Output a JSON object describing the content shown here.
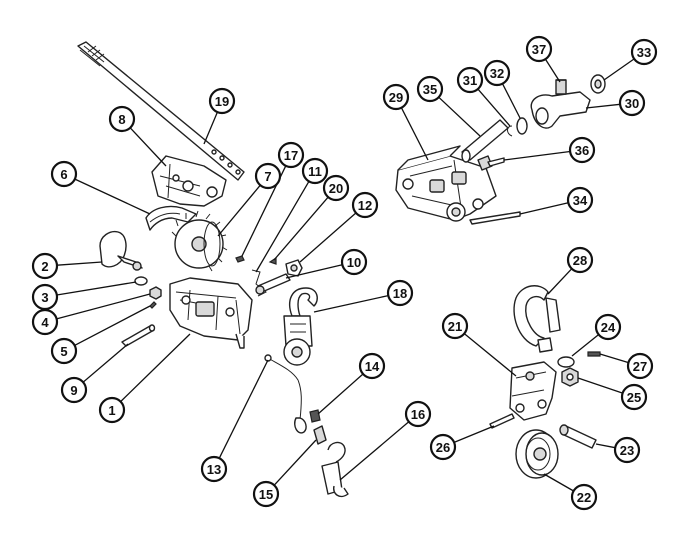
{
  "callouts": [
    {
      "id": "1",
      "label": "1"
    },
    {
      "id": "2",
      "label": "2"
    },
    {
      "id": "3",
      "label": "3"
    },
    {
      "id": "4",
      "label": "4"
    },
    {
      "id": "5",
      "label": "5"
    },
    {
      "id": "6",
      "label": "6"
    },
    {
      "id": "7",
      "label": "7"
    },
    {
      "id": "8",
      "label": "8"
    },
    {
      "id": "9",
      "label": "9"
    },
    {
      "id": "10",
      "label": "10"
    },
    {
      "id": "11",
      "label": "11"
    },
    {
      "id": "12",
      "label": "12"
    },
    {
      "id": "13",
      "label": "13"
    },
    {
      "id": "14",
      "label": "14"
    },
    {
      "id": "15",
      "label": "15"
    },
    {
      "id": "16",
      "label": "16"
    },
    {
      "id": "17",
      "label": "17"
    },
    {
      "id": "18",
      "label": "18"
    },
    {
      "id": "19",
      "label": "19"
    },
    {
      "id": "20",
      "label": "20"
    },
    {
      "id": "21",
      "label": "21"
    },
    {
      "id": "22",
      "label": "22"
    },
    {
      "id": "23",
      "label": "23"
    },
    {
      "id": "24",
      "label": "24"
    },
    {
      "id": "25",
      "label": "25"
    },
    {
      "id": "26",
      "label": "26"
    },
    {
      "id": "27",
      "label": "27"
    },
    {
      "id": "28",
      "label": "28"
    },
    {
      "id": "29",
      "label": "29"
    },
    {
      "id": "30",
      "label": "30"
    },
    {
      "id": "31",
      "label": "31"
    },
    {
      "id": "32",
      "label": "32"
    },
    {
      "id": "33",
      "label": "33"
    },
    {
      "id": "34",
      "label": "34"
    },
    {
      "id": "35",
      "label": "35"
    },
    {
      "id": "36",
      "label": "36"
    },
    {
      "id": "37",
      "label": "37"
    }
  ]
}
